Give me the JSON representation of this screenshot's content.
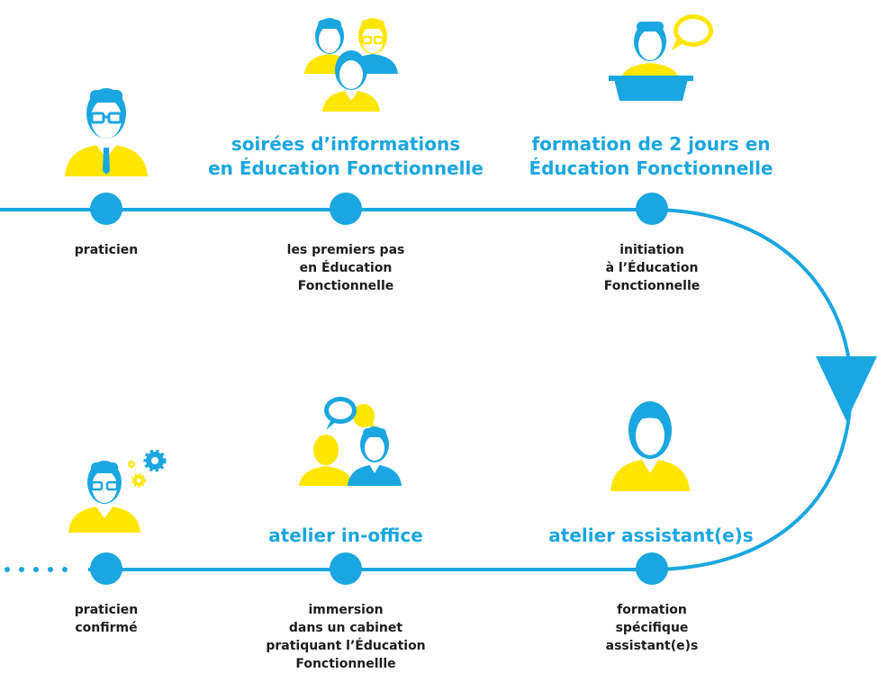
{
  "colors": {
    "accent_blue": "#1aa6e0",
    "accent_yellow": "#ffe600",
    "text_dark": "#1c1c1c"
  },
  "steps": [
    {
      "icon": "practitioner-icon",
      "title": [],
      "caption": [
        "praticien"
      ]
    },
    {
      "icon": "group-icon",
      "title": [
        "soirées d’informations",
        "en Éducation Fonctionnelle"
      ],
      "caption": [
        "les premiers pas",
        "en Éducation",
        "Fonctionnelle"
      ]
    },
    {
      "icon": "presenter-icon",
      "title": [
        "formation de 2 jours en",
        "Éducation Fonctionnelle"
      ],
      "caption": [
        "initiation",
        "à l’Éducation",
        "Fonctionnelle"
      ]
    },
    {
      "icon": "assistant-icon",
      "title": [
        "atelier assistant(e)s"
      ],
      "caption": [
        "formation",
        "spécifique",
        "assistant(e)s"
      ]
    },
    {
      "icon": "discussion-icon",
      "title": [
        "atelier in-office"
      ],
      "caption": [
        "immersion",
        "dans un cabinet",
        "pratiquant l’Éducation",
        "Fonctionnellle"
      ]
    },
    {
      "icon": "expert-practitioner-icon",
      "title": [],
      "caption": [
        "praticien",
        "confirmé"
      ]
    }
  ]
}
